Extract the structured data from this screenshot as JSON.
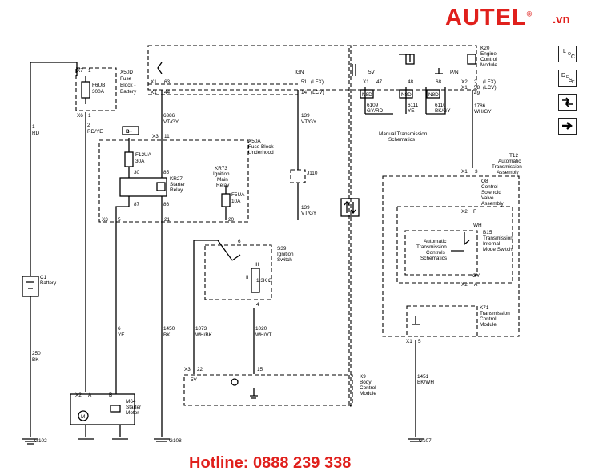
{
  "brand": {
    "name": "AUTEL",
    "registered": "®",
    "suffix": ".vn",
    "color": "#e0201c"
  },
  "hotline": "Hotline: 0888 239 338",
  "side_buttons": [
    {
      "icon": "location-icon",
      "l1": "L",
      "l2": "O",
      "l3": "C"
    },
    {
      "icon": "description-icon",
      "l1": "D",
      "l2": "E",
      "l3": "S",
      "l4": "C"
    },
    {
      "icon": "connector-icon"
    },
    {
      "icon": "arrow-right-icon"
    }
  ],
  "labels": {
    "x50d_pin_top": "X7",
    "x50d_pin_1": "1",
    "x50d_pin_bot": "X6",
    "x50d_pin_1b": "1",
    "f6ub": "F6UB",
    "f6ub_a": "300A",
    "x50d_name_1": "X50D",
    "x50d_name_2": "Fuse",
    "x50d_name_3": "Block -",
    "x50d_name_4": "Battery",
    "wire1_n": "1",
    "wire1_c": "RD",
    "wire2_n": "2",
    "wire2_c": "RD/YE",
    "bplus": "B+",
    "f12ua": "F12UA",
    "f12ua_a": "30A",
    "p30": "30",
    "p85": "85",
    "p87": "87",
    "p86": "86",
    "kr27_1": "KR27",
    "kr27_2": "Starter",
    "kr27_3": "Relay",
    "kr73_1": "KR73",
    "kr73_2": "Ignition",
    "kr73_3": "Main",
    "kr73_4": "Relay",
    "f5ua": "F5UA",
    "f5ua_a": "10A",
    "x3a": "X3",
    "x3_11": "11",
    "x3b": "X3",
    "x3_5": "5",
    "x3_21": "21",
    "x3_20": "20",
    "x50a_1": "X50A",
    "x50a_2": "Fuse Block -",
    "x50a_3": "Underhood",
    "c1_1": "C1",
    "c1_2": "Battery",
    "w250_n": "250",
    "w250_c": "BK",
    "w6_n": "6",
    "w6_c": "YE",
    "w1450_n": "1450",
    "w1450_c": "BK",
    "w6386_n": "6386",
    "w6386_c": "VT/GY",
    "ecm_x1a": "X1",
    "ecm_63": "63",
    "ecm_x1b": "X1",
    "ecm_44": "44",
    "ign": "IGN",
    "p51": "51",
    "lfx1": "(LFX)",
    "p14": "14",
    "lcv1": "(LCV)",
    "v5": "5V",
    "ecm_x1c": "X1",
    "p47": "47",
    "p48": "48",
    "p68": "68",
    "n8d_1": "N8D",
    "n8d_2": "N8D",
    "n8d_3": "N8D",
    "w6109_n": "6109",
    "w6109_c": "GY/RD",
    "w6111_n": "6111",
    "w6111_c": "YE",
    "w6110_n": "6110",
    "w6110_c": "BK/GY",
    "mts_1": "Manual Transmission",
    "mts_2": "Schematics",
    "pn": "P/N",
    "k20_x2": "X2",
    "k20_x1": "X1",
    "k20_2": "2",
    "k20_58": "58",
    "lfx2": "(LFX)",
    "k20_49": "49",
    "lcv2": "(LCV)",
    "k20_1": "K20",
    "k20_2n": "Engine",
    "k20_3": "Control",
    "k20_4": "Module",
    "w1786_n": "1786",
    "w1786_c": "WH/GY",
    "w139a_n": "139",
    "w139a_c": "VT/GY",
    "j110": "J110",
    "w139b_n": "139",
    "w139b_c": "VT/GY",
    "t12_1": "T12",
    "t12_2": "Automatic",
    "t12_3": "Transmission",
    "t12_4": "Assembly",
    "t12_x1": "X1",
    "t12_3p": "3",
    "q8_1": "Q8",
    "q8_2": "Control",
    "q8_3": "Solenoid",
    "q8_4": "Valve",
    "q8_5": "Assembly",
    "q8_x2": "X2",
    "q8_f": "F",
    "wh": "WH",
    "ats_1": "Automatic",
    "ats_2": "Transmission",
    "ats_3": "Controls",
    "ats_4": "Schematics",
    "b15_1": "B15",
    "b15_2": "Transmission",
    "b15_3": "Internal",
    "b15_4": "Mode Switch",
    "gy": "GY",
    "b15_x2": "X2",
    "b15_a": "A",
    "k71_1": "K71",
    "k71_2": "Transmission",
    "k71_3": "Control",
    "k71_4": "Module",
    "k71_x1": "X1",
    "k71_5": "5",
    "w1451_n": "1451",
    "w1451_c": "BK/WH",
    "s39_6": "6",
    "s39_1": "S39",
    "s39_2": "Ignition",
    "s39_3": "Switch",
    "s39_iii": "III",
    "s39_ii": "II",
    "s39_res": "1.3K Ω",
    "s39_4": "4",
    "w1073_n": "1073",
    "w1073_c": "WH/BK",
    "w1020_n": "1020",
    "w1020_c": "WH/VT",
    "k9_x3": "X3",
    "k9_22": "22",
    "k9_15": "15",
    "k9_5v": "5V",
    "k9_1": "K9",
    "k9_2": "Body",
    "k9_3": "Control",
    "k9_4": "Module",
    "m64_x2": "X2",
    "m64_a": "A",
    "m64_b": "B",
    "m64_1": "M64",
    "m64_2": "Starter",
    "m64_3": "Motor",
    "g102": "G102",
    "g108": "G108",
    "g107": "G107"
  }
}
